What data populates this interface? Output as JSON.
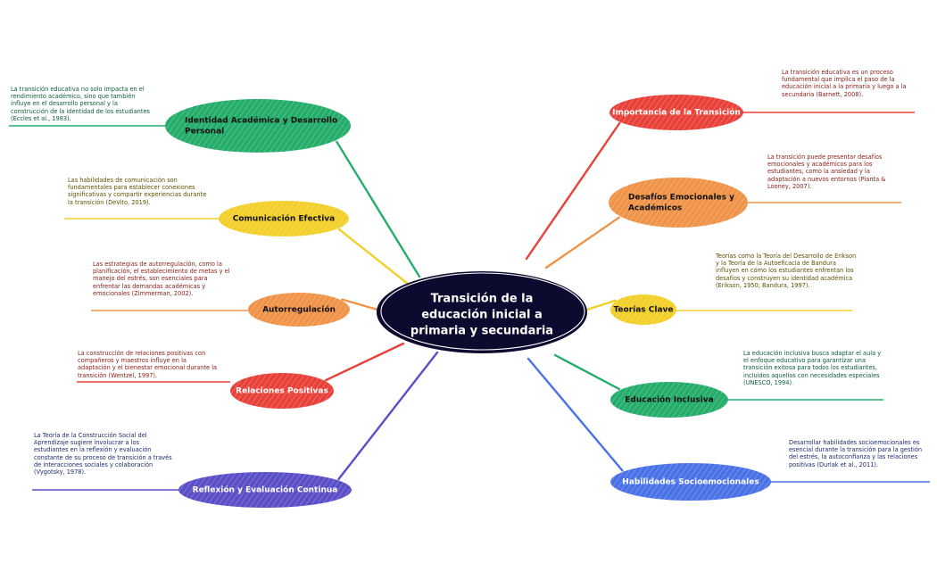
{
  "center": {
    "lines": [
      "Transición de la",
      "educación inicial a",
      "primaria y secundaria"
    ]
  },
  "colors": {
    "red": "#e8413a",
    "orange": "#f0944a",
    "yellow": "#f2cf2a",
    "green": "#25ad6b",
    "blue": "#4a72e6",
    "indigo": "#5b4fc8",
    "center_fill": "#0c0a2e",
    "note_red": "#8b1a12",
    "note_olive": "#5d5000",
    "note_green": "#0d5c36",
    "note_navy": "#1b2a6e"
  },
  "branches": [
    {
      "id": "importancia",
      "lines": [
        "Importancia de la Transición"
      ],
      "color": "red",
      "text_color": "#ffffff",
      "note": "La transición educativa es un proceso fundamental que implica el paso de la educación inicial a la primaria y luego a la secundaria (Barnett, 2008).",
      "note_color": "note_red"
    },
    {
      "id": "desafios",
      "lines": [
        "Desafíos Emocionales y",
        "Académicos"
      ],
      "color": "orange",
      "text_color": "#111111",
      "note": "La transición puede presentar desafíos emocionales y académicos para los estudiantes, como la ansiedad y la adaptación a nuevos entornos (Pianta & Looney, 2007).",
      "note_color": "note_red"
    },
    {
      "id": "teorias",
      "lines": [
        "Teorías Clave"
      ],
      "color": "yellow",
      "text_color": "#111111",
      "note": "Teorías como la Teoría del Desarrollo de Erikson y la Teoría de la Autoeficacia de Bandura influyen en cómo los estudiantes enfrentan los desafíos y construyen su identidad académica (Erikson, 1950; Bandura, 1997).",
      "note_color": "note_olive"
    },
    {
      "id": "inclusiva",
      "lines": [
        "Educación Inclusiva"
      ],
      "color": "green",
      "text_color": "#111111",
      "note": "La educación inclusiva busca adaptar el aula y el enfoque educativo para garantizar una transición exitosa para todos los estudiantes, incluidos aquellos con necesidades especiales (UNESCO, 1994).",
      "note_color": "note_green"
    },
    {
      "id": "socioemocionales",
      "lines": [
        "Habilidades Socioemocionales"
      ],
      "color": "blue",
      "text_color": "#ffffff",
      "note": "Desarrollar habilidades socioemocionales es esencial durante la transición para la gestión del estrés, la autoconfianza y las relaciones positivas (Durlak et al., 2011).",
      "note_color": "note_navy"
    },
    {
      "id": "identidad",
      "lines": [
        "Identidad Académica y Desarrollo",
        "Personal"
      ],
      "color": "green",
      "text_color": "#111111",
      "note": "La transición educativa no solo impacta en el rendimiento académico, sino que también influye en el desarrollo personal y la construcción de la identidad de los estudiantes (Eccles et al., 1983).",
      "note_color": "note_green"
    },
    {
      "id": "comunicacion",
      "lines": [
        "Comunicación Efectiva"
      ],
      "color": "yellow",
      "text_color": "#111111",
      "note": "Las habilidades de comunicación son fundamentales para establecer conexiones significativas y compartir experiencias durante la transición (DeVito, 2019).",
      "note_color": "note_olive"
    },
    {
      "id": "autorregulacion",
      "lines": [
        "Autorregulación"
      ],
      "color": "orange",
      "text_color": "#111111",
      "note": "Las estrategias de autorregulación, como la planificación, el establecimiento de metas y el manejo del estrés, son esenciales para enfrentar las demandas académicas y emocionales (Zimmerman, 2002).",
      "note_color": "note_red"
    },
    {
      "id": "relaciones",
      "lines": [
        "Relaciones Positivas"
      ],
      "color": "red",
      "text_color": "#ffffff",
      "note": "La construcción de relaciones positivas con compañeros y maestros influye en la adaptación y el bienestar emocional durante la transición (Wentzel, 1997).",
      "note_color": "note_red"
    },
    {
      "id": "reflexion",
      "lines": [
        "Reflexión y Evaluación Continua"
      ],
      "color": "indigo",
      "text_color": "#ffffff",
      "note": "La Teoría de la Construcción Social del Aprendizaje sugiere involucrar a los estudiantes en la reflexión y evaluación constante de su proceso de transición a través de interacciones sociales y colaboración (Vygotsky, 1978).",
      "note_color": "note_navy"
    }
  ]
}
